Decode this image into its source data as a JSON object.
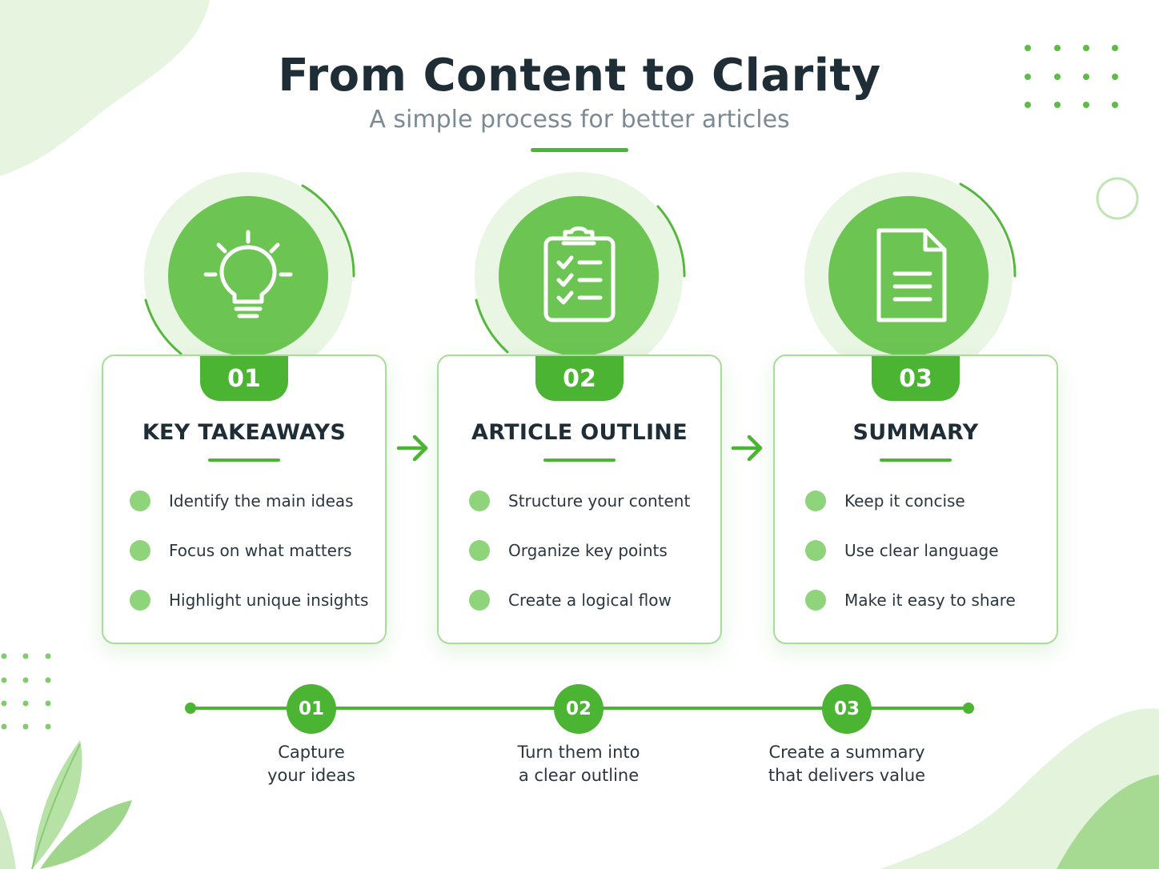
{
  "header": {
    "title": "From Content to Clarity",
    "subtitle": "A simple process for better articles"
  },
  "steps": [
    {
      "number": "01",
      "icon": "lightbulb-icon",
      "title": "KEY TAKEAWAYS",
      "bullets": [
        "Identify the main ideas",
        "Focus on what matters",
        "Highlight unique insights"
      ]
    },
    {
      "number": "02",
      "icon": "clipboard-checklist-icon",
      "title": "ARTICLE OUTLINE",
      "bullets": [
        "Structure your content",
        "Organize key points",
        "Create a logical flow"
      ]
    },
    {
      "number": "03",
      "icon": "document-icon",
      "title": "SUMMARY",
      "bullets": [
        "Keep it concise",
        "Use clear language",
        "Make it easy to share"
      ]
    }
  ],
  "timeline": [
    {
      "number": "01",
      "line1": "Capture",
      "line2": "your ideas"
    },
    {
      "number": "02",
      "line1": "Turn them into",
      "line2": "a clear outline"
    },
    {
      "number": "03",
      "line1": "Create a summary",
      "line2": "that delivers value"
    }
  ],
  "colors": {
    "accent": "#4cb433",
    "disc": "#6cc552",
    "halo": "#e9f6e4",
    "bullet_dot": "#8ed47a",
    "title_text": "#1f2d37",
    "subtitle_text": "#7c8a94"
  }
}
